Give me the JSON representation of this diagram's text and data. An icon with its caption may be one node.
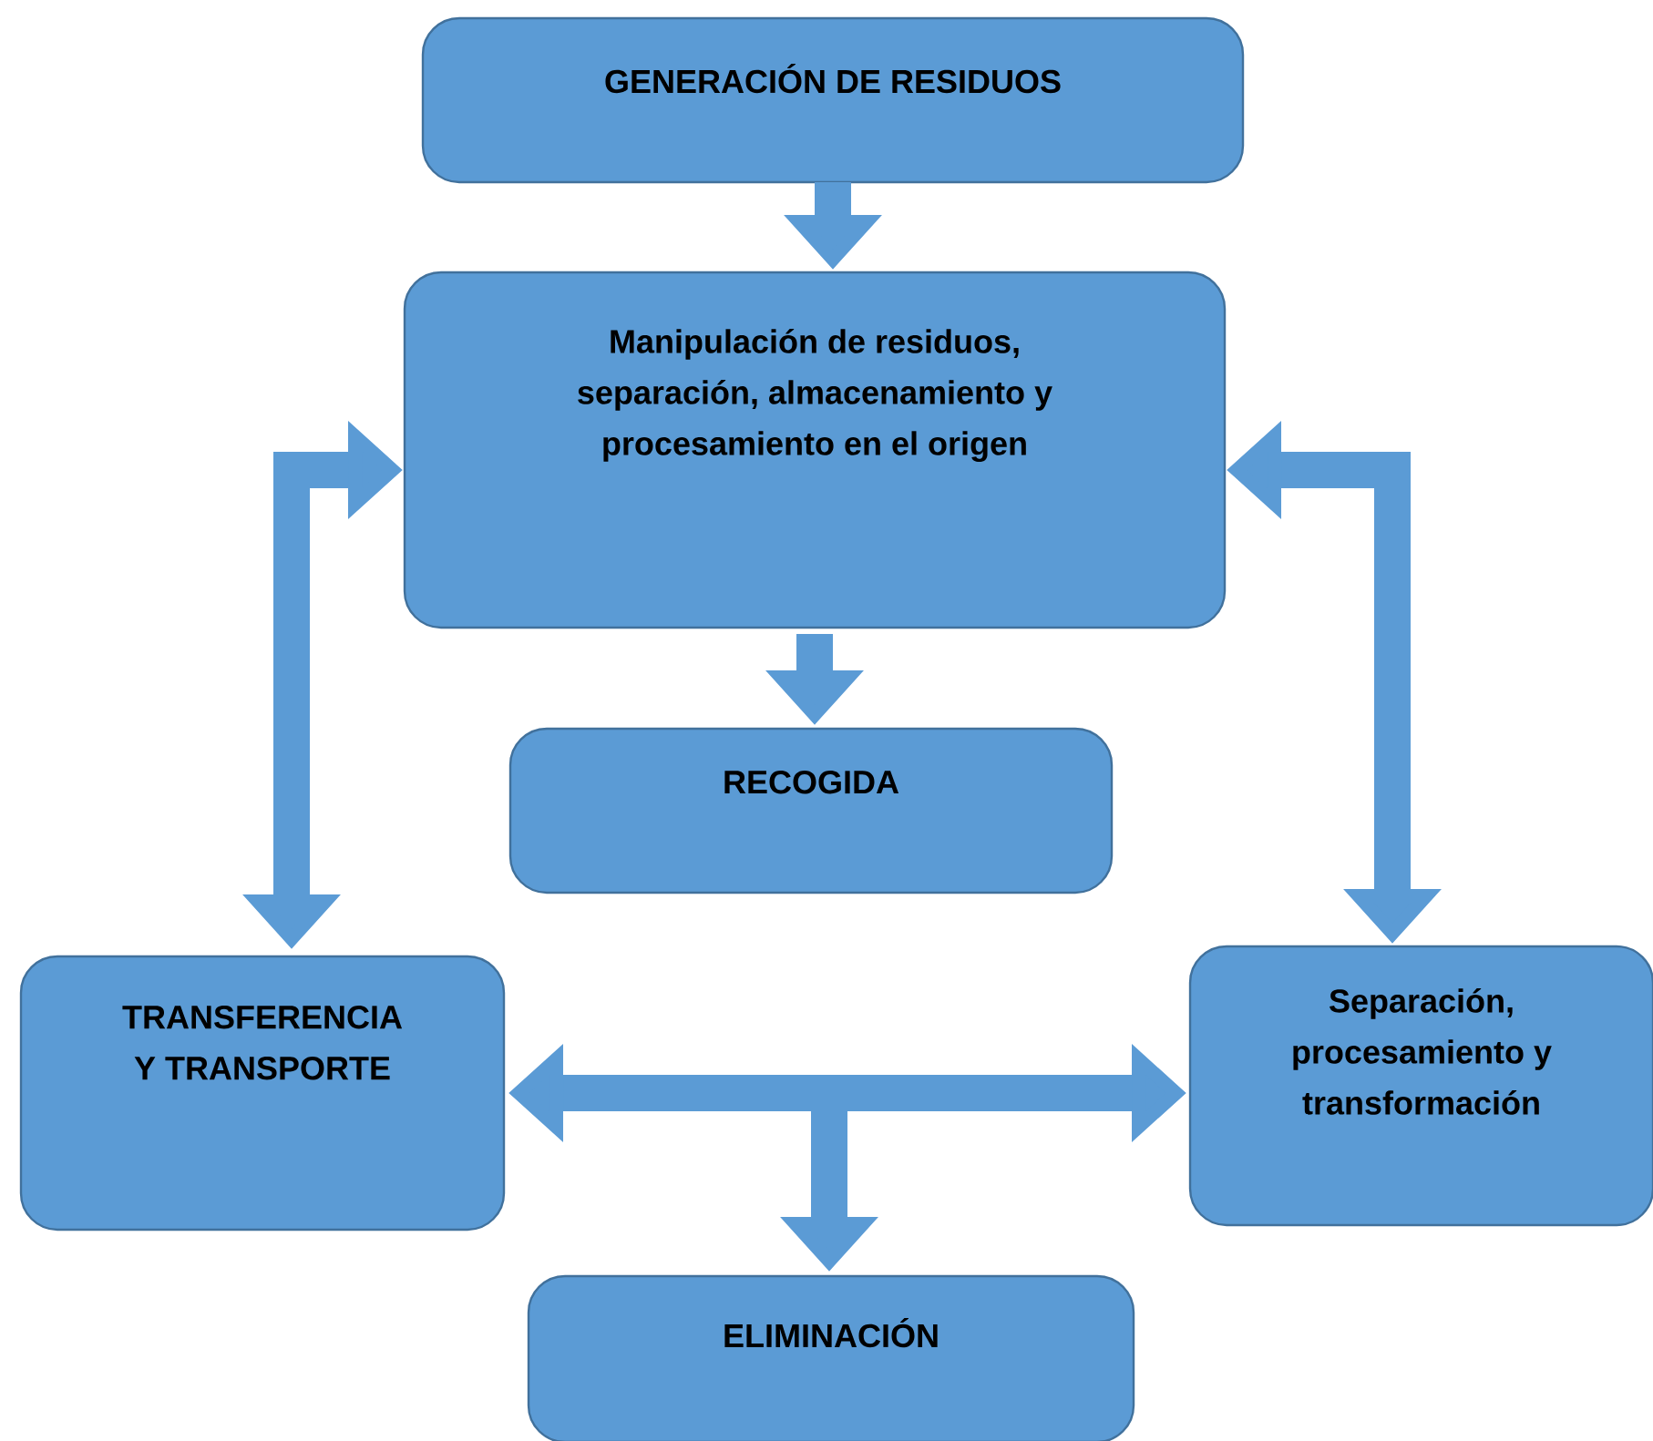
{
  "diagram": {
    "nodes": [
      {
        "text": [
          "GENERACIÓN DE RESIDUOS"
        ]
      },
      {
        "text": [
          "Manipulación de residuos, separación, almacenamiento y procesamiento en el origen"
        ]
      },
      {
        "text": [
          "RECOGIDA"
        ]
      },
      {
        "text": [
          "TRANSFERENCIA Y TRANSPORTE"
        ]
      },
      {
        "text": [
          "Separación, procesamiento y transformación"
        ]
      },
      {
        "text": [
          "ELIMINACIÓN"
        ]
      }
    ],
    "edges": [
      {
        "from": 0,
        "to": 1,
        "arrow": "to"
      },
      {
        "from": 1,
        "to": 2,
        "arrow": "to"
      },
      {
        "from": 3,
        "to": 1,
        "arrow": "both"
      },
      {
        "from": 1,
        "to": 4,
        "arrow": "both"
      },
      {
        "from": 3,
        "to": 4,
        "arrow": "both"
      },
      {
        "from": 3,
        "to": 5,
        "arrow": "to"
      },
      {
        "from": 4,
        "to": 5,
        "arrow": "to"
      }
    ]
  }
}
